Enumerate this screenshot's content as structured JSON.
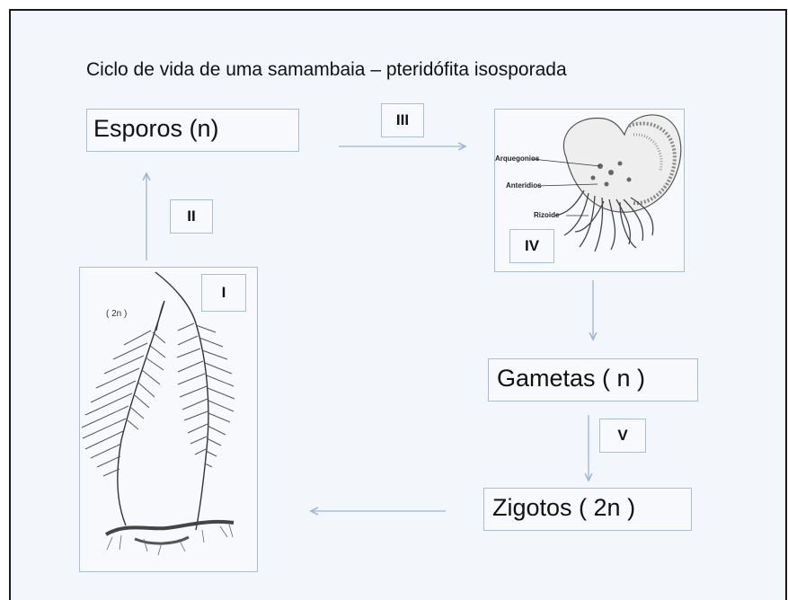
{
  "title": "Ciclo de vida de uma samambaia – pteridófita isosporada",
  "stages": {
    "esporos": "Esporos  (n)",
    "gametas": "Gametas  ( n )",
    "zigotos": "Zigotos  ( 2n )"
  },
  "roman": {
    "i": "I",
    "ii": "II",
    "iii": "III",
    "iv": "IV",
    "v": "V"
  },
  "fern": {
    "ploidy_label": "( 2n )"
  },
  "prothallus": {
    "labels": [
      "Arquegonios",
      "Anteridios",
      "Rizoide"
    ]
  },
  "colors": {
    "arrow": "#9db6d3",
    "box_border": "#a9bfd6",
    "frame_border": "#1a1a1a"
  }
}
